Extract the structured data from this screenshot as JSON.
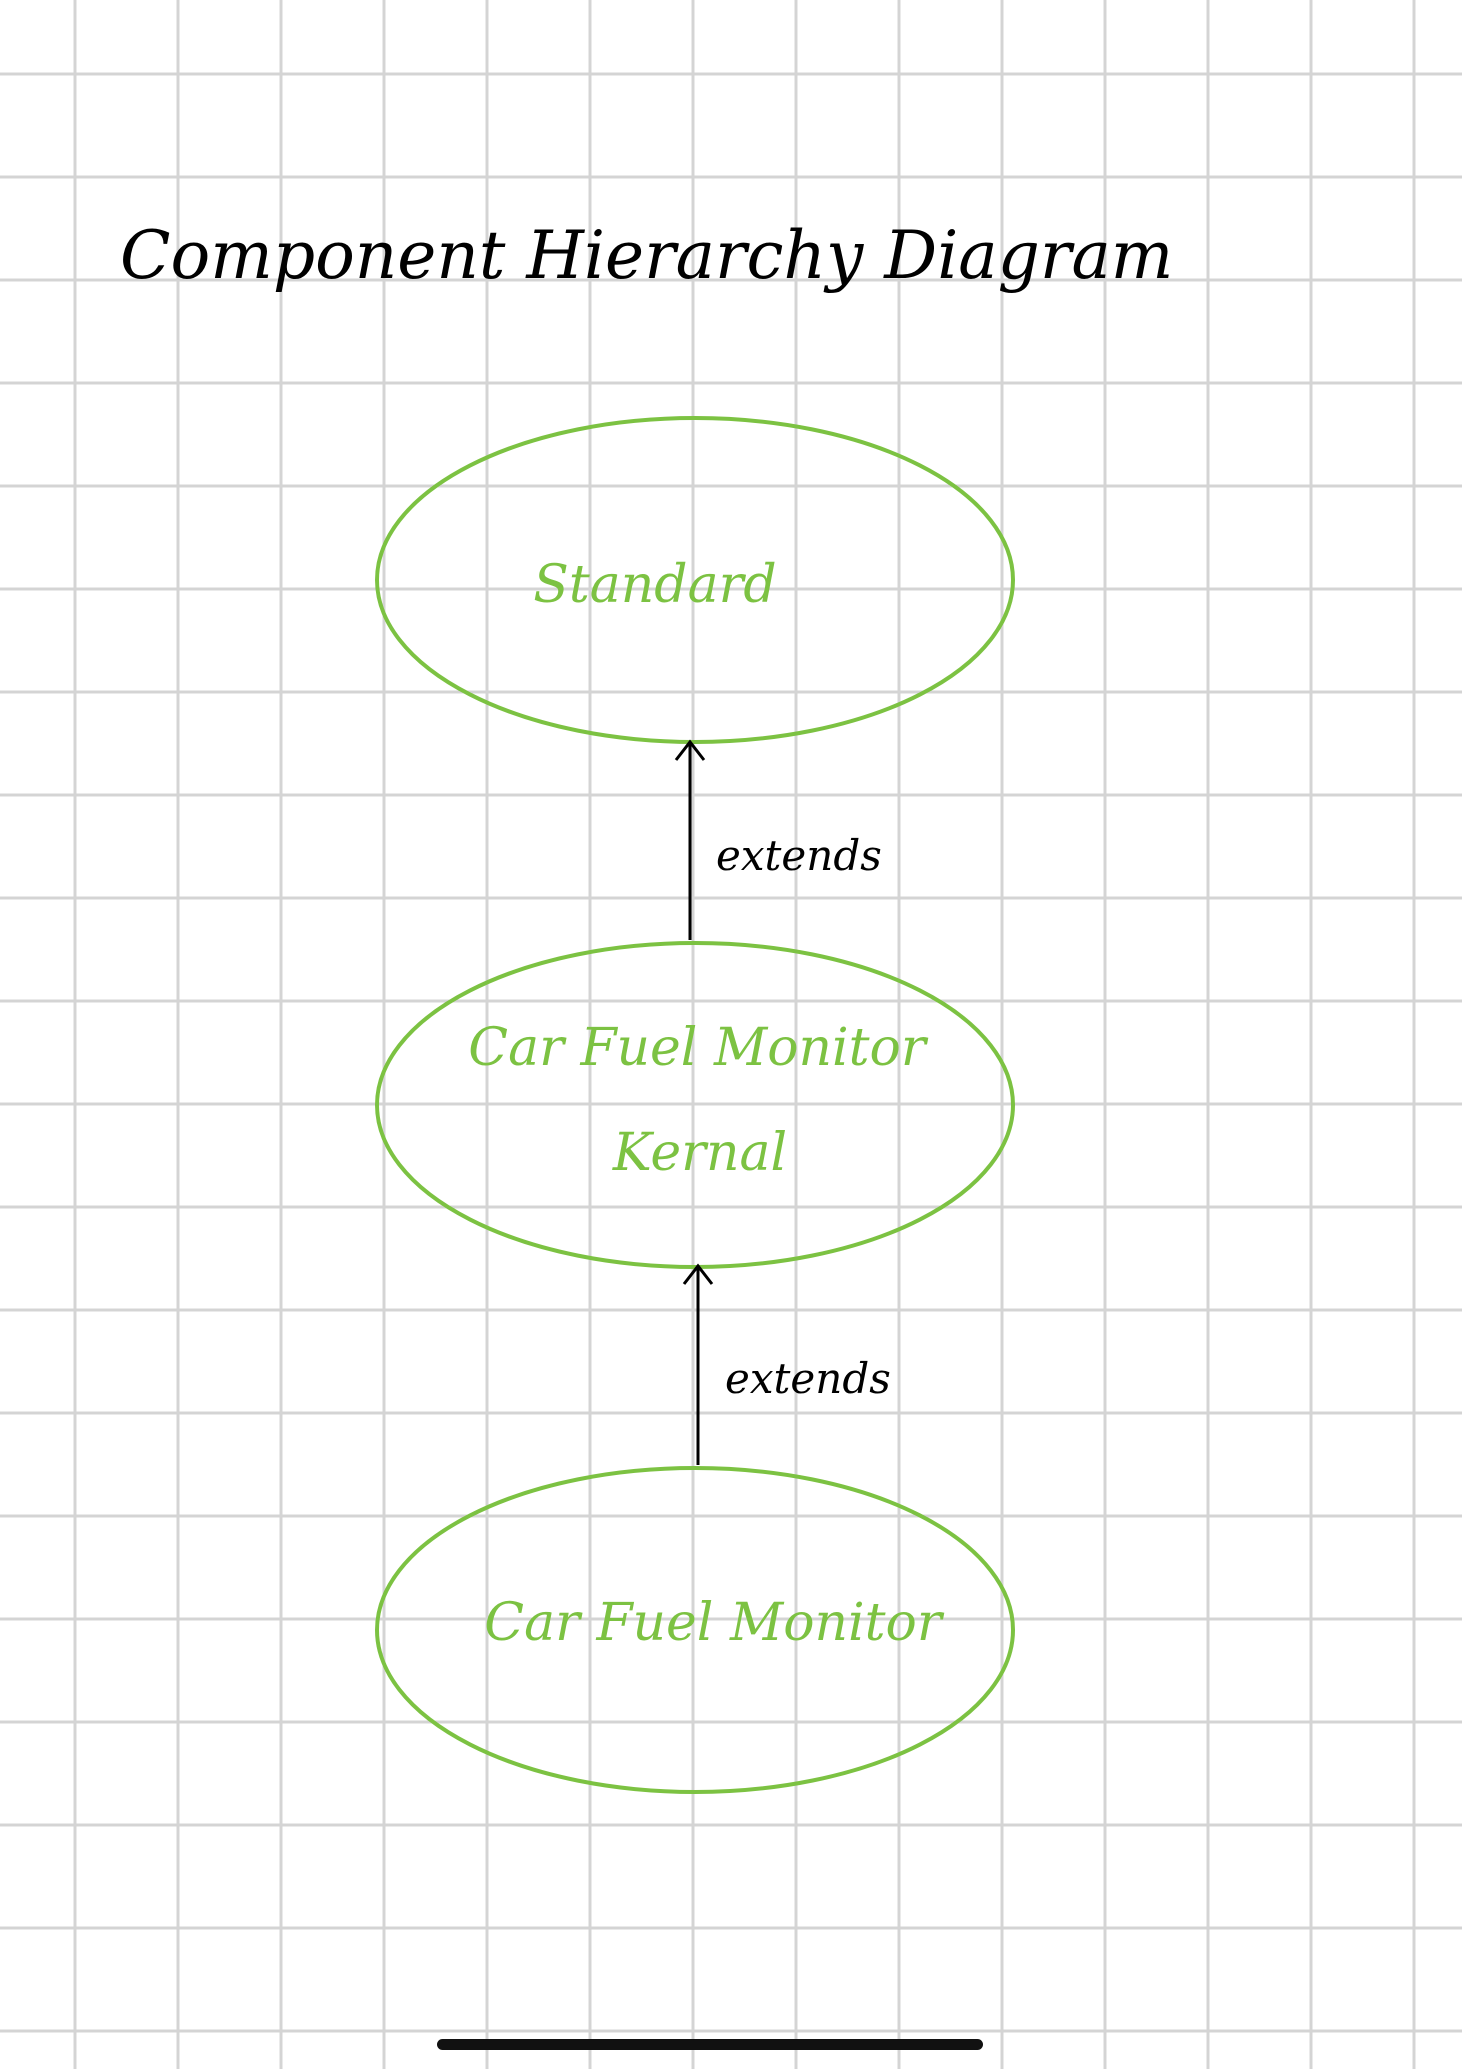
{
  "title": "Component Hierarchy Diagram",
  "colors": {
    "grid": "#d4d4d4",
    "ink": "#000000",
    "node": "#7cc242",
    "home_indicator": "#111111"
  },
  "nodes": [
    {
      "id": "standard",
      "label_lines": [
        "Standard"
      ]
    },
    {
      "id": "kernal",
      "label_lines": [
        "Car Fuel Monitor",
        "Kernal"
      ]
    },
    {
      "id": "car-fuel-monitor",
      "label_lines": [
        "Car Fuel Monitor"
      ]
    }
  ],
  "edges": [
    {
      "from": "kernal",
      "to": "standard",
      "label": "extends"
    },
    {
      "from": "car-fuel-monitor",
      "to": "kernal",
      "label": "extends"
    }
  ]
}
